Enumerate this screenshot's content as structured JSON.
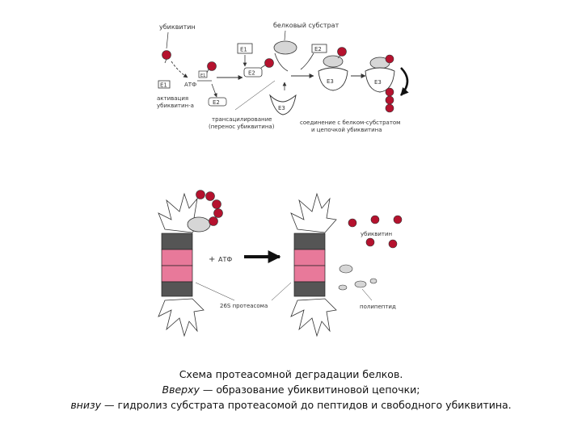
{
  "top_scheme": {
    "ubiquitin_label": "убиквитин",
    "substrate_label": "белковый субстрат",
    "e1_label": "E1",
    "e2_label": "E2",
    "e3_label": "E3",
    "atp_label": "АТФ",
    "activation_line1": "активация",
    "activation_line2": "убиквитин-а",
    "transfer_line1": "трансацилирование",
    "transfer_line2": "(перенос убиквитина)",
    "binding_line1": "соединение с белком-субстратом",
    "binding_line2": "и цепочкой убиквитина"
  },
  "bottom_scheme": {
    "plus_label": "+",
    "atp_label": "АТФ",
    "proteasome_label": "26S протеасома",
    "ubiquitin_label": "убиквитин",
    "polypeptide_label": "полипептид"
  },
  "caption": {
    "line1": "Схема протеасомной деградации белков.",
    "line2_em": "Вверху",
    "line2_rest": " — образование убиквитиновой цепочки;",
    "line3_em": "внизу",
    "line3_rest": " — гидролиз субстрата протеасомой до пептидов и свободного убиквитина."
  },
  "colors": {
    "ubiquitin": "#b5122e",
    "ring_pink": "#e8799a",
    "ring_dark": "#555555",
    "substrate_fill": "#d6d6d6",
    "stroke": "#333333"
  }
}
